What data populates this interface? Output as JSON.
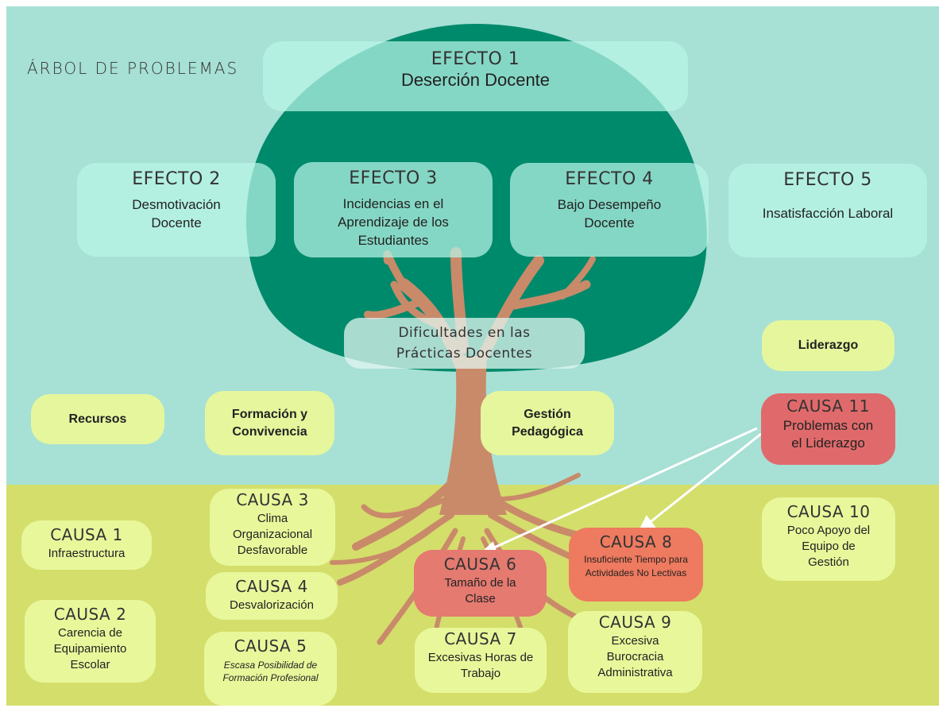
{
  "diagram": {
    "title": "ÁRBOL DE PROBLEMAS",
    "efecto1": {
      "label": "EFECTO 1",
      "text": "Deserción Docente"
    },
    "efecto2": {
      "label": "EFECTO 2",
      "text": "Desmotivación Docente"
    },
    "efecto3": {
      "label": "EFECTO 3",
      "text": "Incidencias en el Aprendizaje de los Estudiantes"
    },
    "efecto4": {
      "label": "EFECTO 4",
      "text": "Bajo Desempeño Docente"
    },
    "efecto5": {
      "label": "EFECTO 5",
      "text": "Insatisfacción Laboral"
    },
    "core_problem": {
      "line1": "Dificultades en las",
      "line2": "Prácticas Docentes"
    },
    "categories": {
      "recursos": "Recursos",
      "formacion": "Formación y Convivencia",
      "gestion": "Gestión Pedagógica",
      "liderazgo": "Liderazgo"
    },
    "causa1": {
      "label": "CAUSA 1",
      "text": "Infraestructura"
    },
    "causa2": {
      "label": "CAUSA 2",
      "text": "Carencia de Equipamiento Escolar"
    },
    "causa3": {
      "label": "CAUSA 3",
      "text": "Clima Organizacional Desfavorable"
    },
    "causa4": {
      "label": "CAUSA 4",
      "text": "Desvalorización"
    },
    "causa5": {
      "label": "CAUSA 5",
      "text": "Escasa Posibilidad de Formación Profesional"
    },
    "causa6": {
      "label": "CAUSA 6",
      "text": "Tamaño de la Clase"
    },
    "causa7": {
      "label": "CAUSA 7",
      "text": "Excesivas Horas de Trabajo"
    },
    "causa8": {
      "label": "CAUSA 8",
      "text": "Insuficiente Tiempo para Actividades No Lectivas"
    },
    "causa9": {
      "label": "CAUSA 9",
      "text": "Excesiva Burocracia Administrativa"
    },
    "causa10": {
      "label": "CAUSA 10",
      "text": "Poco Apoyo del Equipo de Gestión"
    },
    "causa11": {
      "label": "CAUSA 11",
      "text": "Problemas con el Liderazgo"
    }
  },
  "colors": {
    "sky": "#a7e0d5",
    "ground": "#d4de6b",
    "canopy": "#008a6c",
    "trunk": "#c98a6a",
    "effect_box": "#b9f5e8",
    "cause_box": "#e9f79b",
    "highlight_cause": "#e47a70",
    "arrow": "#ffffff"
  }
}
